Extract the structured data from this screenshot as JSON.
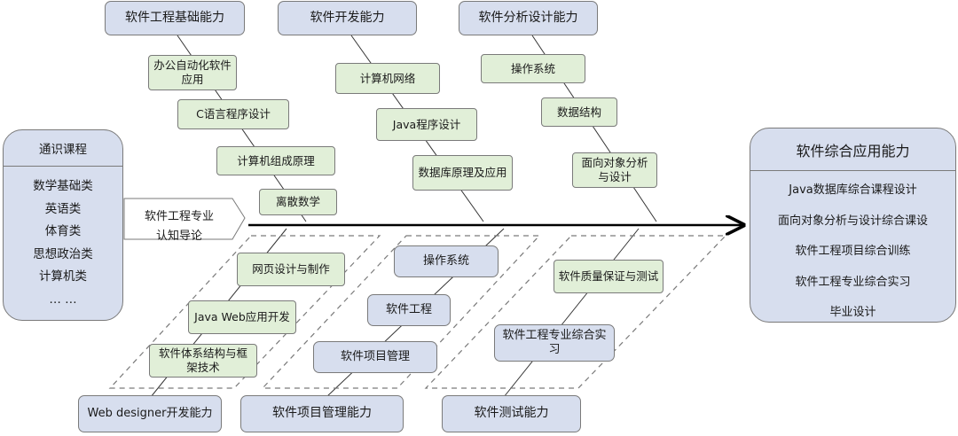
{
  "capabilities": {
    "software_engineering_foundation": "软件工程基础能力",
    "software_development": "软件开发能力",
    "software_analysis_design": "软件分析设计能力",
    "web_designer_development": "Web designer开发能力",
    "software_project_management": "软件项目管理能力",
    "software_testing": "软件测试能力"
  },
  "courses": {
    "office_automation": "办公自动化软件应用",
    "c_programming": "C语言程序设计",
    "computer_organization": "计算机组成原理",
    "discrete_math": "离散数学",
    "computer_network": "计算机网络",
    "java_programming": "Java程序设计",
    "database_principles": "数据库原理及应用",
    "operating_system_top": "操作系统",
    "data_structure": "数据结构",
    "oo_analysis_design": "面向对象分析与设计",
    "web_page_design": "网页设计与制作",
    "java_web": "Java Web应用开发",
    "software_architecture": "软件体系结构与框架技术",
    "operating_system_bottom": "操作系统",
    "software_engineering": "软件工程",
    "software_project_mgmt": "软件项目管理",
    "quality_assurance_testing": "软件质量保证与测试",
    "se_comprehensive_practice": "软件工程专业综合实习"
  },
  "general_courses": {
    "title": "通识课程",
    "items": [
      "数学基础类",
      "英语类",
      "体育类",
      "思想政治类",
      "计算机类",
      "… …"
    ]
  },
  "intro_course": {
    "line1": "软件工程专业",
    "line2": "认知导论"
  },
  "integrated_ability": {
    "title": "软件综合应用能力",
    "items": [
      "Java数据库综合课程设计",
      "面向对象分析与设计综合课设",
      "软件工程项目综合训练",
      "软件工程专业综合实习",
      "毕业设计"
    ]
  },
  "colors": {
    "capability_fill": "#d7deee",
    "course_fill": "#e1efd8",
    "border": "#7a7a7a",
    "spine": "#000000",
    "bone": "#333333",
    "dashed_region": "#7a7a7a"
  }
}
